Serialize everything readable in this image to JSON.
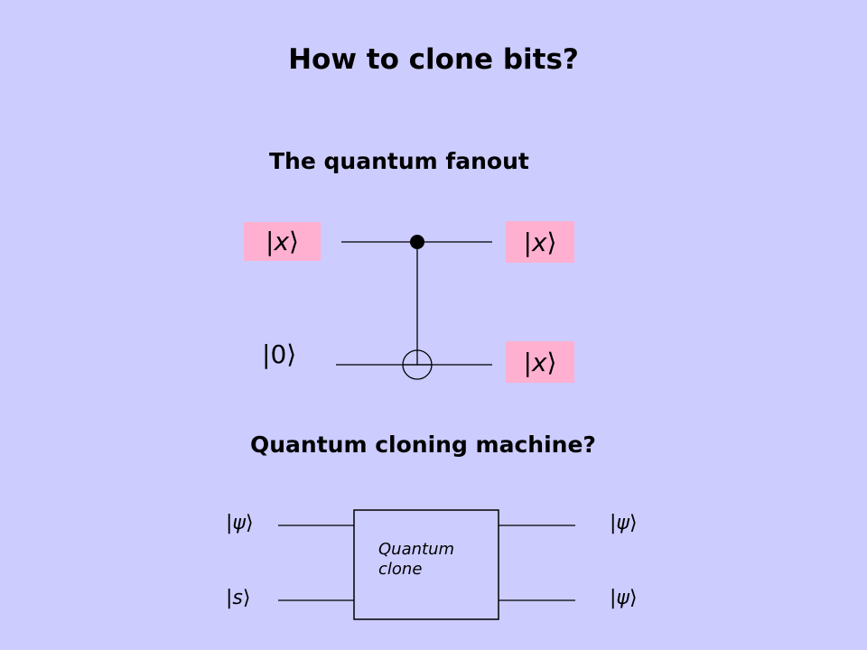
{
  "title": "How to clone bits?",
  "fanout": {
    "subtitle": "The quantum fanout",
    "input_top": {
      "open": "|",
      "symbol": "x",
      "close": "⟩"
    },
    "input_bottom": {
      "open": "|",
      "symbol": "0",
      "close": "⟩"
    },
    "output_top": {
      "open": "|",
      "symbol": "x",
      "close": "⟩"
    },
    "output_bottom": {
      "open": "|",
      "symbol": "x",
      "close": "⟩"
    },
    "highlight_color": "#ffb0d0"
  },
  "cloning": {
    "subtitle": "Quantum cloning machine?",
    "input_top": {
      "open": "|",
      "symbol": "ψ",
      "close": "⟩"
    },
    "input_bottom": {
      "open": "|",
      "symbol": "s",
      "close": "⟩"
    },
    "output_top": {
      "open": "|",
      "symbol": "ψ",
      "close": "⟩"
    },
    "output_bottom": {
      "open": "|",
      "symbol": "ψ",
      "close": "⟩"
    },
    "box_line1": "Quantum",
    "box_line2": "clone"
  },
  "colors": {
    "background": "#ccccff",
    "ink": "#000000"
  }
}
